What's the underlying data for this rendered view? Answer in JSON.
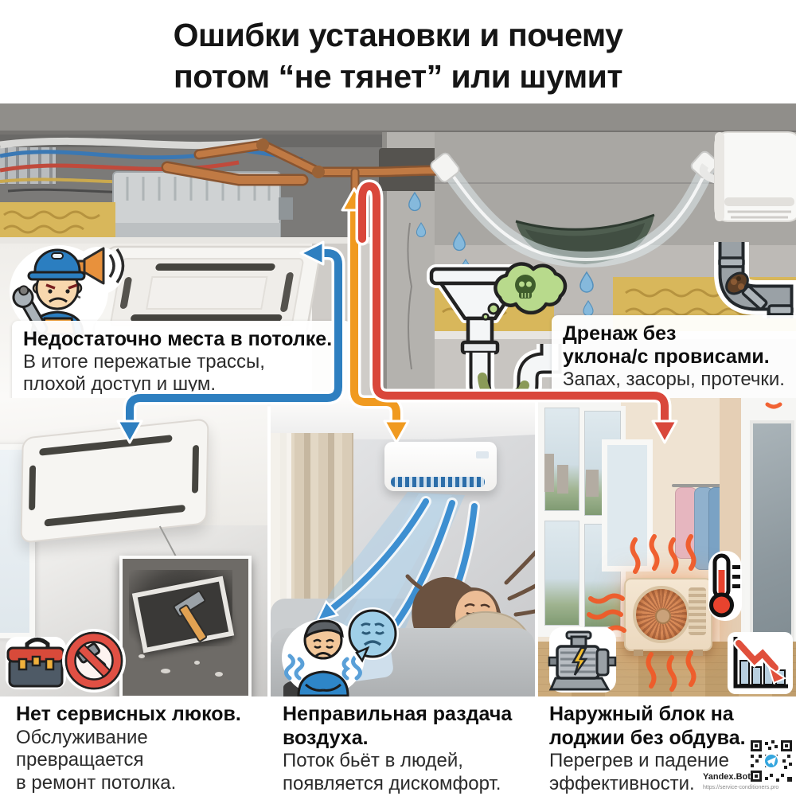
{
  "title": {
    "line1": "Ошибки установки и почему",
    "line2": "потом “не тянет” или шумит"
  },
  "callouts": {
    "left": {
      "heading": "Недостаточно места в потолке.",
      "body": "В итоге пережатые трассы,\nплохой доступ и шум."
    },
    "right": {
      "heading": "Дренаж без\nуклона/с провисами.",
      "body": "Запах, засоры, протечки."
    }
  },
  "captions": [
    {
      "heading": "Нет сервисных люков.",
      "body": "Обслуживание\nпревращается\nв ремонт потолка."
    },
    {
      "heading": "Неправильная раздача\nвоздуха.",
      "body": "Поток бьёт в людей,\nпоявляется дискомфорт."
    },
    {
      "heading": "Наружный блок на\nлоджии без обдува.",
      "body": "Перегрев и падение\nэффективности."
    }
  ],
  "watermark": {
    "brand": "Yandex.Bot",
    "url": "https://service-conditioners.pro"
  },
  "colors": {
    "arrow_blue": "#2e7fc0",
    "arrow_orange": "#f09a20",
    "arrow_red": "#d9473b",
    "air_blue": "#3d8fd1",
    "heat_orange": "#f05a28",
    "insulation_yellow": "#d8b75b",
    "copper_pipe": "#c07a44",
    "stink_green": "#b8da8c",
    "water_green": "#4f5e50"
  },
  "icons": [
    "noisy-technician-icon",
    "megaphone-icon",
    "clogged-siphon-icon",
    "skull-stink-icon",
    "clogged-pipe-icon",
    "toolbox-icon",
    "no-hammer-icon",
    "shivering-man-icon",
    "cold-face-icon",
    "motor-icon",
    "thermometer-icon",
    "declining-chart-icon",
    "qr-code",
    "telegram-icon"
  ]
}
